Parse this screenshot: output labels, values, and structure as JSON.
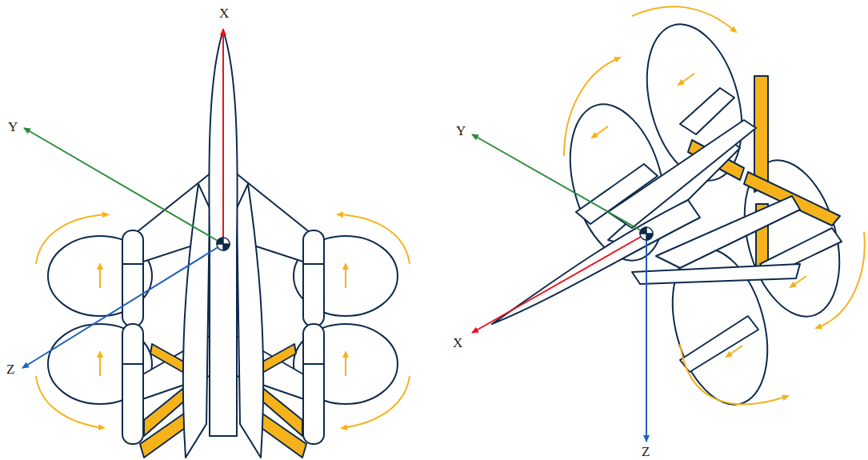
{
  "diagram": {
    "labels": [
      "X",
      "Y",
      "Z",
      "X",
      "Y",
      "Z"
    ]
  }
}
